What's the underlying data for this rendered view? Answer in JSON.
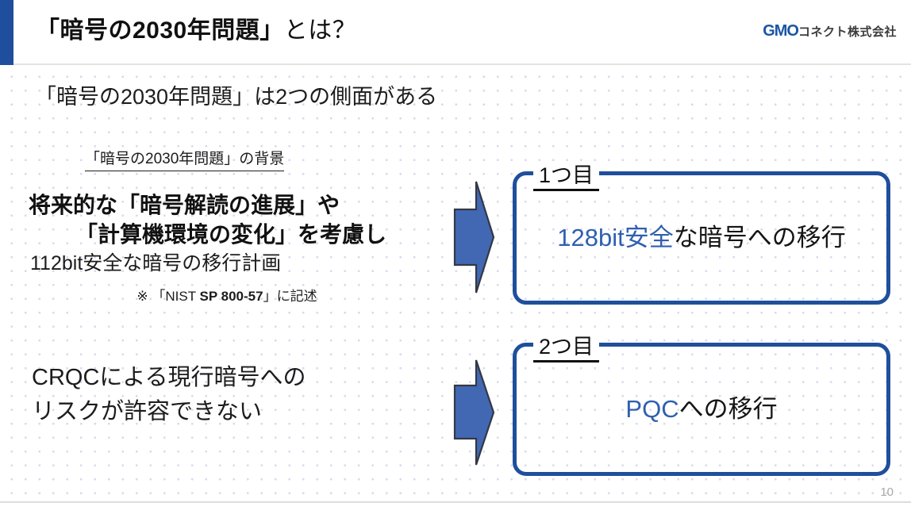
{
  "header": {
    "title_bold": "「暗号の2030年問題」",
    "title_regular": "とは？",
    "logo_mark": "GMO",
    "logo_company": "コネクト株式会社"
  },
  "body": {
    "lead": "「暗号の2030年問題」は2つの側面がある",
    "background_heading": "「暗号の2030年問題」の背景",
    "reason_1": {
      "line1": "将来的な「暗号解読の進展」や",
      "line2": "「計算機環境の変化」を考慮し",
      "line3": "112bit安全な暗号の移行計画",
      "note_mark": "※",
      "note_pre": "「NIST ",
      "note_bold": "SP 800-57",
      "note_post": "」に記述"
    },
    "reason_2": {
      "line1": "CRQCによる現行暗号への",
      "line2": "リスクが許容できない"
    }
  },
  "boxes": [
    {
      "label": "1つ目",
      "text_highlight": "128bit安全",
      "text_rest": "な暗号への移行"
    },
    {
      "label": "2つ目",
      "text_highlight": "PQC",
      "text_rest": "への移行"
    }
  ],
  "arrows": {
    "arrow_1_name": "right-arrow-icon",
    "arrow_2_name": "right-arrow-icon"
  },
  "footer": {
    "page_number": "10"
  },
  "colors": {
    "accent_blue": "#1f4f9c",
    "arrow_blue": "#4268b3",
    "highlight_blue": "#2f5fb0",
    "logo_blue": "#1b56a4",
    "dot_color": "#d9d9ee",
    "page_number_gray": "#a8a8a8"
  }
}
